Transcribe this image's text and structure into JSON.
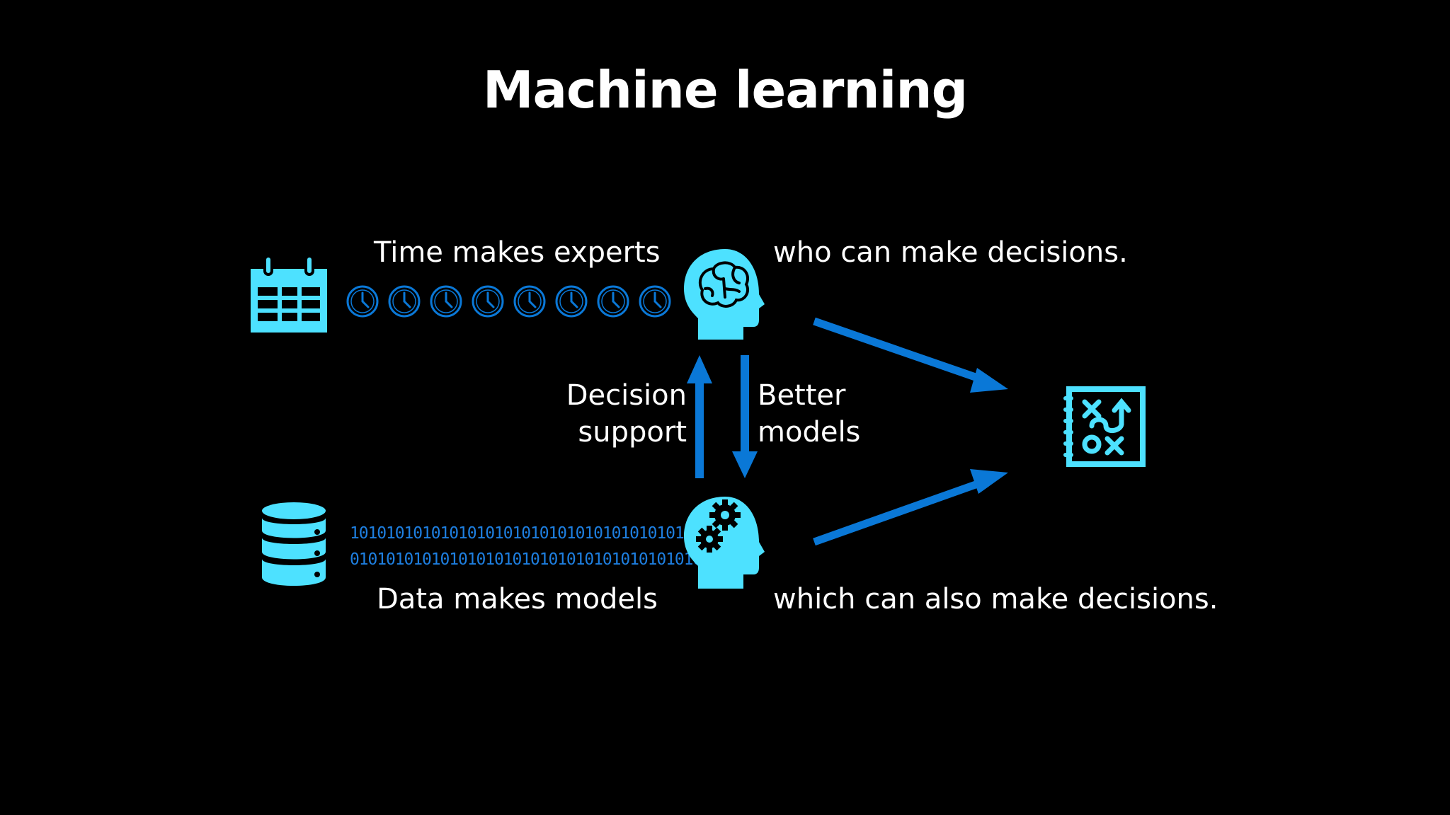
{
  "title": "Machine learning",
  "labels": {
    "time_makes_experts": "Time makes experts",
    "who_can_make_decisions": "who can make decisions.",
    "decision_support_line1": "Decision",
    "decision_support_line2": "support",
    "better_models_line1": "Better",
    "better_models_line2": "models",
    "data_makes_models": "Data makes models",
    "which_can_also_make_decisions": "which can also make decisions."
  },
  "binary": {
    "line1": "1010101010101010101010101010101010101010",
    "line2": "0101010101010101010101010101010101010101"
  },
  "icons": {
    "calendar": "calendar-icon",
    "clock": "clock-icon",
    "database": "database-icon",
    "expert_head": "brain-head-icon",
    "model_head": "gear-head-icon",
    "decision": "strategy-board-icon"
  },
  "colors": {
    "background": "#000000",
    "icon_cyan": "#4DE1FF",
    "arrow_blue": "#0A78D7",
    "binary_blue": "#1E7FE0",
    "text": "#FFFFFF"
  }
}
